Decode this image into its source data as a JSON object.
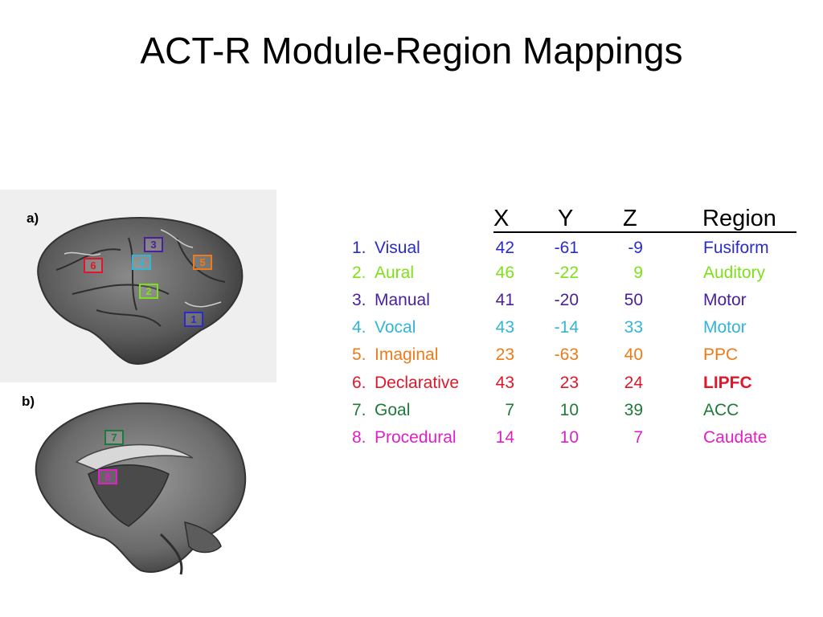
{
  "title": "ACT-R Module-Region Mappings",
  "panels": {
    "a": "a)",
    "b": "b)"
  },
  "headers": {
    "x": "X",
    "y": "Y",
    "z": "Z",
    "region": "Region"
  },
  "rows": [
    {
      "num": "1.",
      "module": "Visual",
      "x": "42",
      "y": "-61",
      "z": "-9",
      "region": "Fusiform",
      "color": "#2b2bcc"
    },
    {
      "num": "2.",
      "module": "Aural",
      "x": "46",
      "y": "-22",
      "z": "9",
      "region": "Auditory",
      "color": "#7fe01a"
    },
    {
      "num": "3.",
      "module": "Manual",
      "x": "41",
      "y": "-20",
      "z": "50",
      "region": "Motor",
      "color": "#4a1f9a"
    },
    {
      "num": "4.",
      "module": "Vocal",
      "x": "43",
      "y": "-14",
      "z": "33",
      "region": "Motor",
      "color": "#33b5d6"
    },
    {
      "num": "5.",
      "module": "Imaginal",
      "x": "23",
      "y": "-63",
      "z": "40",
      "region": "PPC",
      "color": "#ee7a18"
    },
    {
      "num": "6.",
      "module": "Declarative",
      "x": "43",
      "y": "23",
      "z": "24",
      "region": "LIPFC",
      "color": "#e0172a"
    },
    {
      "num": "7.",
      "module": "Goal",
      "x": "7",
      "y": "10",
      "z": "39",
      "region": "ACC",
      "color": "#1f7a3a"
    },
    {
      "num": "8.",
      "module": "Procedural",
      "x": "14",
      "y": "10",
      "z": "7",
      "region": "Caudate",
      "color": "#e01fc8"
    }
  ],
  "roi_labels": [
    "1",
    "2",
    "3",
    "4",
    "5",
    "6",
    "7",
    "8"
  ]
}
